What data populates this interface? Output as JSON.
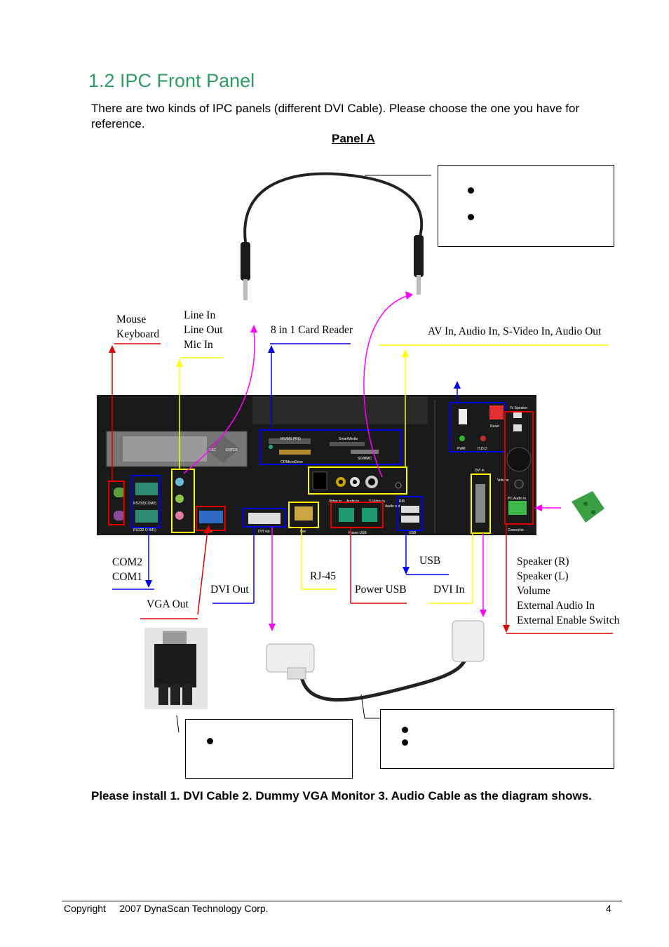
{
  "heading": "1.2 IPC Front Panel",
  "intro": "There are two kinds of IPC panels (different DVI Cable). Please choose the one you have for reference.",
  "panel_title": "Panel A",
  "labels": {
    "mouse": "Mouse",
    "keyboard": "Keyboard",
    "line_in": "Line In",
    "line_out": "Line Out",
    "mic_in": "Mic In",
    "card_reader": "8 in 1 Card Reader",
    "av_in": "AV In, Audio In, S-Video In, Audio Out",
    "com2": "COM2",
    "com1": "COM1",
    "vga_out": "VGA Out",
    "dvi_out": "DVI Out",
    "rj45": "RJ-45",
    "power_usb": "Power USB",
    "usb": "USB",
    "dvi_in": "DVI In",
    "speaker_r": "Speaker (R)",
    "speaker_l": "Speaker (L)",
    "volume": "Volume",
    "ext_audio_in": "External Audio In",
    "ext_enable": "External Enable Switch"
  },
  "panel_print": {
    "ms_pro": "MS/MS PRO",
    "smartmedia": "SmartMedia",
    "cf": "CF/MicroDrive",
    "sdmmc": "SD/MMC",
    "esc": "ESC",
    "enter": "ENTER",
    "rs232_com2": "RS232(COM2)",
    "rs232_com1": "RS232 COM1)",
    "vga": "VGA",
    "dvi_out": "DVI out",
    "lan": "Lan",
    "video_in": "Video in",
    "audio_in": "Audio in",
    "svideo_in": "S-Video in",
    "rm": "RM",
    "audio_out": "Audio out",
    "power_usb": "Power USB",
    "usb": "USB",
    "dvi_in": "DVI in",
    "volume": "Volume",
    "pc_audio_in": "PC Audio in",
    "connector": "Connector",
    "to_speaker": "To Speaker",
    "reset": "Reset",
    "pwr": "PWR",
    "hdd": "H.D.D"
  },
  "install_note": "Please install 1. DVI Cable 2. Dummy VGA Monitor    3. Audio Cable as the diagram shows.",
  "footer": {
    "copyright": "Copyright     2007 DynaScan Technology Corp.",
    "page": "4"
  }
}
